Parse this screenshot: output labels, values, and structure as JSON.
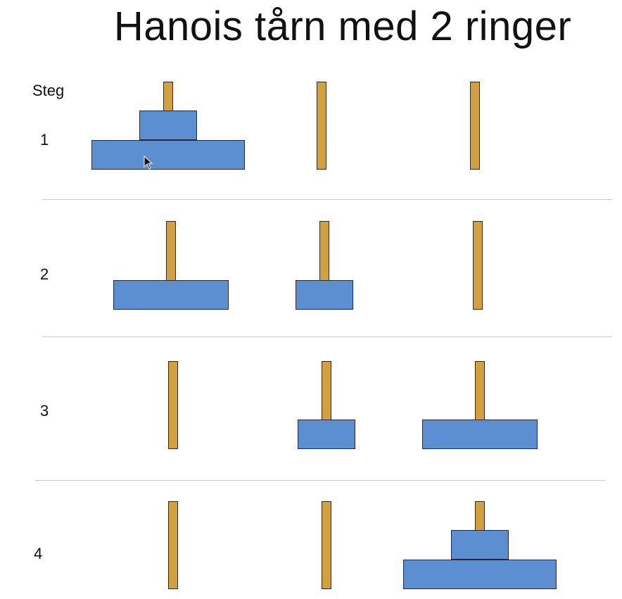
{
  "slide": {
    "title": "Hanois tårn med 2 ringer",
    "step_header": "Steg"
  },
  "colors": {
    "peg": "#d4a03e",
    "ring": "#5b8fd1",
    "separator": "#c6c9e3"
  },
  "steps": [
    {
      "label": "1",
      "rods": [
        [
          "large",
          "small"
        ],
        [],
        []
      ]
    },
    {
      "label": "2",
      "rods": [
        [
          "large"
        ],
        [
          "small"
        ],
        []
      ]
    },
    {
      "label": "3",
      "rods": [
        [],
        [
          "small"
        ],
        [
          "large"
        ]
      ]
    },
    {
      "label": "4",
      "rods": [
        [],
        [],
        [
          "large",
          "small"
        ]
      ]
    }
  ]
}
